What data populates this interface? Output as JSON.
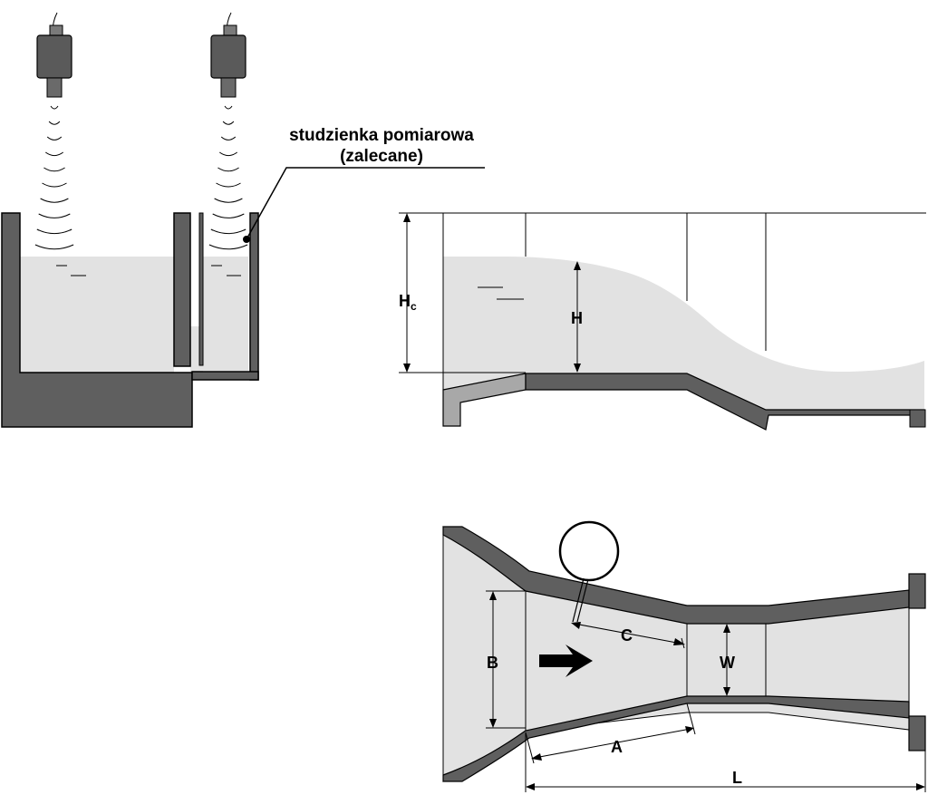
{
  "callout": {
    "line1": "studzienka pomiarowa",
    "line2": "(zalecane)"
  },
  "labels": {
    "Hc_main": "H",
    "Hc_sub": "c",
    "H": "H",
    "B": "B",
    "C": "C",
    "W": "W",
    "A": "A",
    "L": "L"
  },
  "colors": {
    "wall": "#5f5f5f",
    "wall_light": "#a8a8a8",
    "water": "#e2e2e2",
    "sensor": "#5a5a5a",
    "line": "#000000"
  }
}
